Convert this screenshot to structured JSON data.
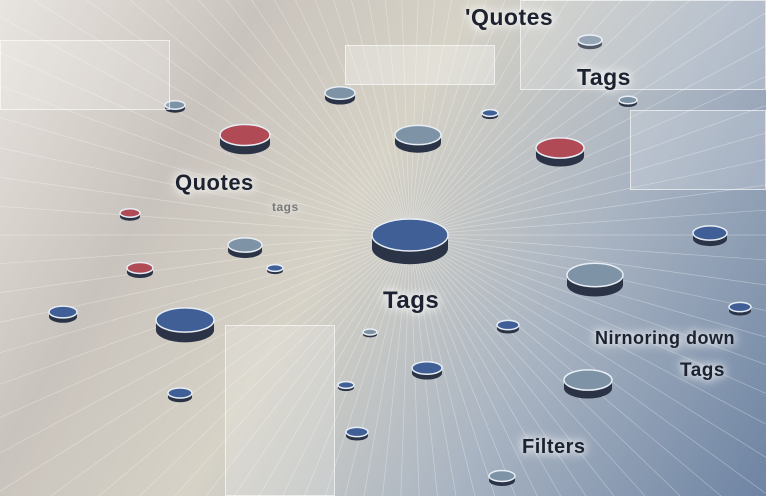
{
  "labels": {
    "quotes_top": "'Quotes",
    "tags_top": "Tags",
    "quotes_left": "Quotes",
    "tags_faint": "tags",
    "tags_center": "Tags",
    "narrowing": "Nirnoring down",
    "tags_right": "Tags",
    "filters": "Filters"
  },
  "colors": {
    "node_blue": "#3f5f96",
    "node_red": "#b04a55",
    "node_gray": "#7f93a6",
    "line": "#ffffff"
  }
}
